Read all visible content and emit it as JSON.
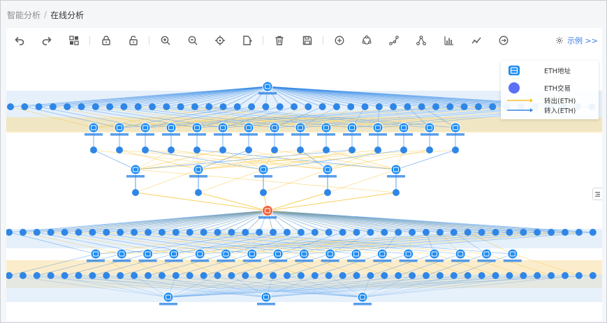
{
  "breadcrumb": {
    "parent": "智能分析",
    "separator": "/",
    "current": "在线分析"
  },
  "toolbar": {
    "buttons": [
      {
        "name": "undo-icon"
      },
      {
        "name": "redo-icon"
      },
      {
        "name": "layout-icon"
      },
      {
        "name": "lock-icon"
      },
      {
        "name": "unlock-icon"
      },
      {
        "name": "zoom-in-icon"
      },
      {
        "name": "zoom-out-icon"
      },
      {
        "name": "locate-icon"
      },
      {
        "name": "fit-icon"
      },
      {
        "name": "delete-icon"
      },
      {
        "name": "save-icon"
      },
      {
        "name": "add-icon"
      },
      {
        "name": "cycle-icon"
      },
      {
        "name": "path-icon"
      },
      {
        "name": "tree-icon"
      },
      {
        "name": "bar-chart-icon"
      },
      {
        "name": "line-chart-icon"
      },
      {
        "name": "timeline-icon"
      }
    ],
    "example_label": "示例 >>"
  },
  "legend": {
    "address_label": "ETH地址",
    "tx_label": "ETH交易",
    "out_label": "转出(ETH)",
    "in_label": "转入(ETH)"
  },
  "colors": {
    "address_node": "#1e8cf0",
    "tx_node": "#5b6ff7",
    "center_node": "#f0643c",
    "out_edge": "#f5c02a",
    "in_edge": "#2f86e6",
    "accent": "#3b7be8"
  }
}
